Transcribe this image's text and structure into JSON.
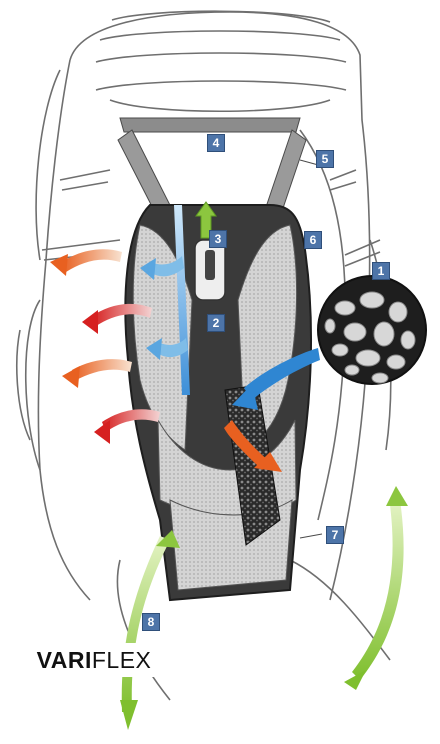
{
  "badges": {
    "b1": "1",
    "b2": "2",
    "b3": "3",
    "b4": "4",
    "b5": "5",
    "b6": "6",
    "b7": "7",
    "b8": "8"
  },
  "brand": {
    "part1": "VARI",
    "part2": "FLEX"
  },
  "colors": {
    "badge": "#4d74a8",
    "mesh": "#c9c9c9",
    "frame": "#3a3a3a",
    "air_in": "#3d8fd8",
    "air_out": "#e05020",
    "flex": "#8cc63f",
    "outline": "#6f6f6f"
  }
}
